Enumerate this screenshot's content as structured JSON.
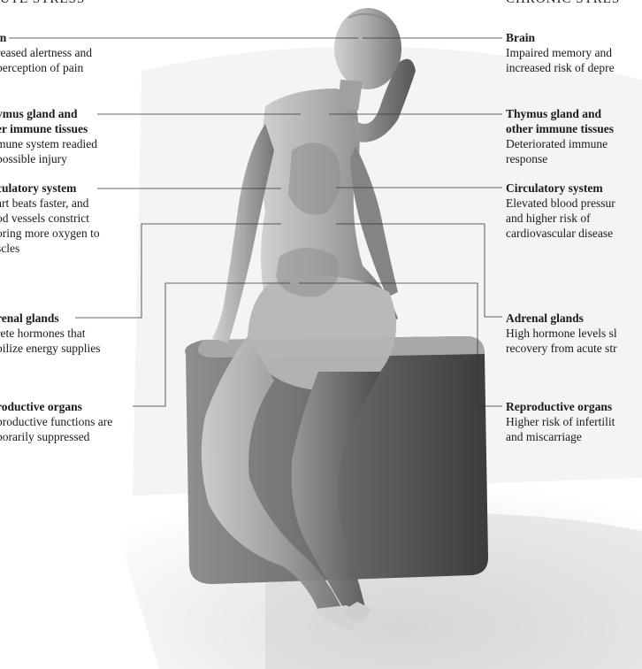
{
  "headings": {
    "acute": "UTE STRESS",
    "chronic": "CHRONIC STRES"
  },
  "acute": [
    {
      "title": "in",
      "desc": [
        "reased alertness and",
        "perception of pain"
      ]
    },
    {
      "title": "ymus gland and",
      "title2": "er immune tissues",
      "desc": [
        "mune system readied",
        "possible injury"
      ]
    },
    {
      "title": "culatory system",
      "desc": [
        "art beats faster, and",
        "od vessels constrict",
        "oring more oxygen to",
        "scles"
      ]
    },
    {
      "title": "renal glands",
      "desc": [
        "rete hormones that",
        "bilize energy supplies"
      ]
    },
    {
      "title": "roductive organs",
      "desc": [
        "productive functions are",
        "porarily suppressed"
      ]
    }
  ],
  "chronic": [
    {
      "title": "Brain",
      "desc": [
        "Impaired memory and",
        "increased risk of depre"
      ]
    },
    {
      "title": "Thymus gland and",
      "title2": "other immune tissues",
      "desc": [
        "Deteriorated immune",
        "response"
      ]
    },
    {
      "title": "Circulatory system",
      "desc": [
        "Elevated blood pressur",
        "and higher risk of",
        "cardiovascular disease"
      ]
    },
    {
      "title": "Adrenal glands",
      "desc": [
        "High hormone levels sl",
        "recovery from acute str"
      ]
    },
    {
      "title": "Reproductive organs",
      "desc": [
        "Higher risk of infertilit",
        "and miscarriage"
      ]
    }
  ]
}
